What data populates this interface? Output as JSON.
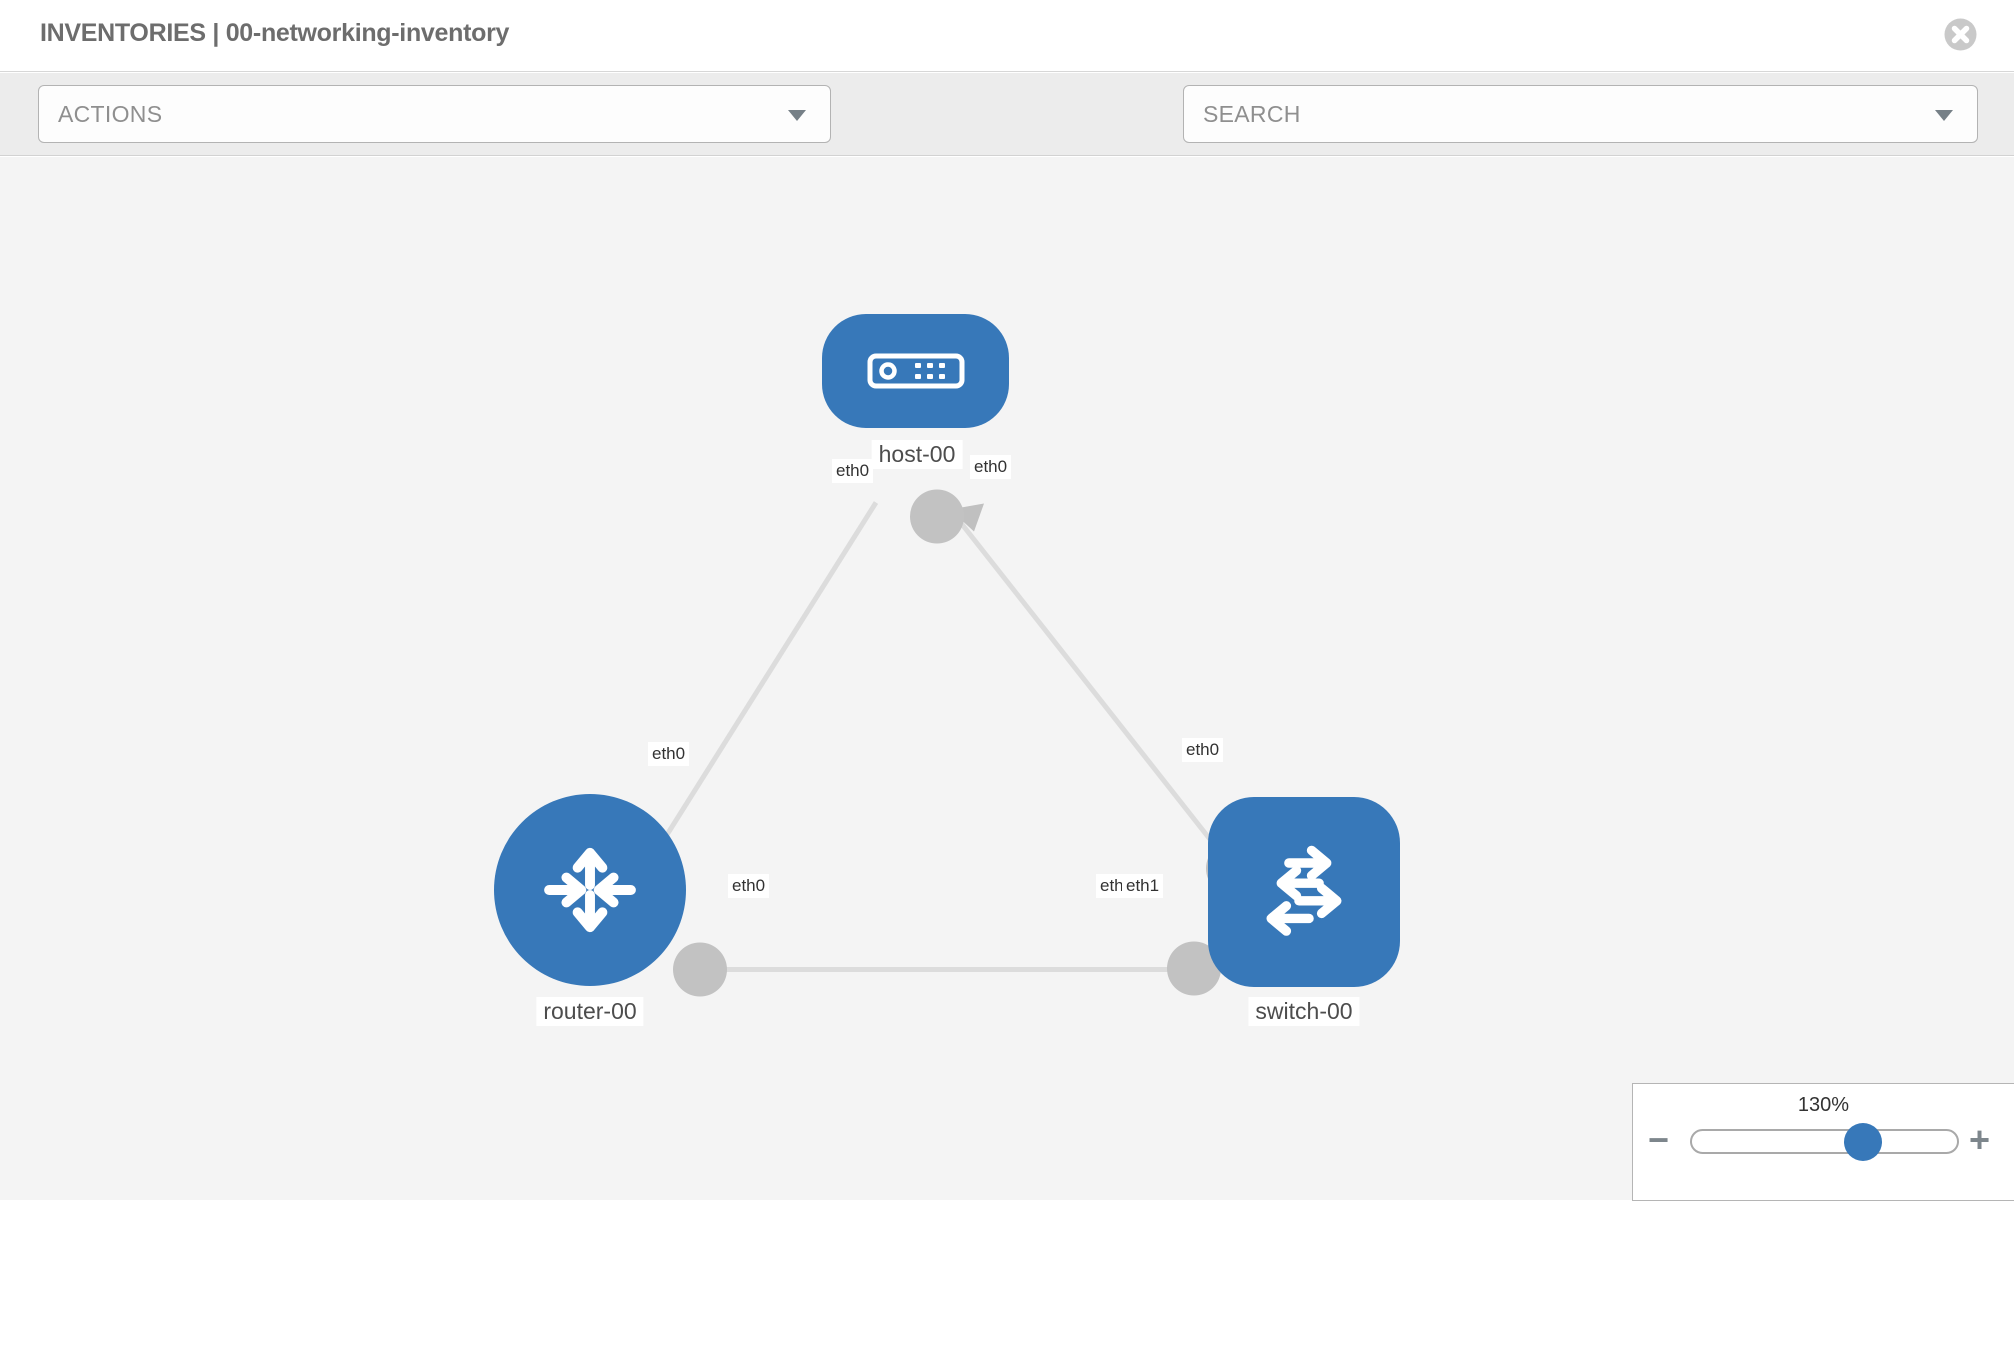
{
  "header": {
    "title": "INVENTORIES | 00-networking-inventory"
  },
  "toolbar": {
    "actions_label": "ACTIONS",
    "search_label": "SEARCH",
    "icons": [
      "wrench-icon",
      "key-icon"
    ]
  },
  "topology": {
    "nodes": [
      {
        "type": "host",
        "label": "host-00"
      },
      {
        "type": "router",
        "label": "router-00"
      },
      {
        "type": "switch",
        "label": "switch-00"
      }
    ],
    "links": [
      {
        "from": "host-00",
        "from_if": "eth0",
        "to": "router-00",
        "to_if": "eth0"
      },
      {
        "from": "host-00",
        "from_if": "eth0",
        "to": "switch-00",
        "to_if": "eth0"
      },
      {
        "from": "router-00",
        "from_if": "eth0",
        "to": "switch-00",
        "to_if": "eth1"
      }
    ],
    "interface_labels": {
      "host_left": "eth0",
      "host_right": "eth0",
      "router_top": "eth0",
      "switch_top": "eth0",
      "router_right": "eth0",
      "switch_left_back": "eth0",
      "switch_left_front": "eth1"
    }
  },
  "zoom": {
    "level": "130%",
    "out": "−",
    "in": "+"
  },
  "colors": {
    "node_blue": "#3778b9",
    "edge_gray": "#dcdcdc",
    "bubble_gray": "#c2c2c2",
    "toolbar_bg": "#ececec",
    "canvas_bg": "#f4f4f4",
    "icon_gray": "#8a9196"
  }
}
